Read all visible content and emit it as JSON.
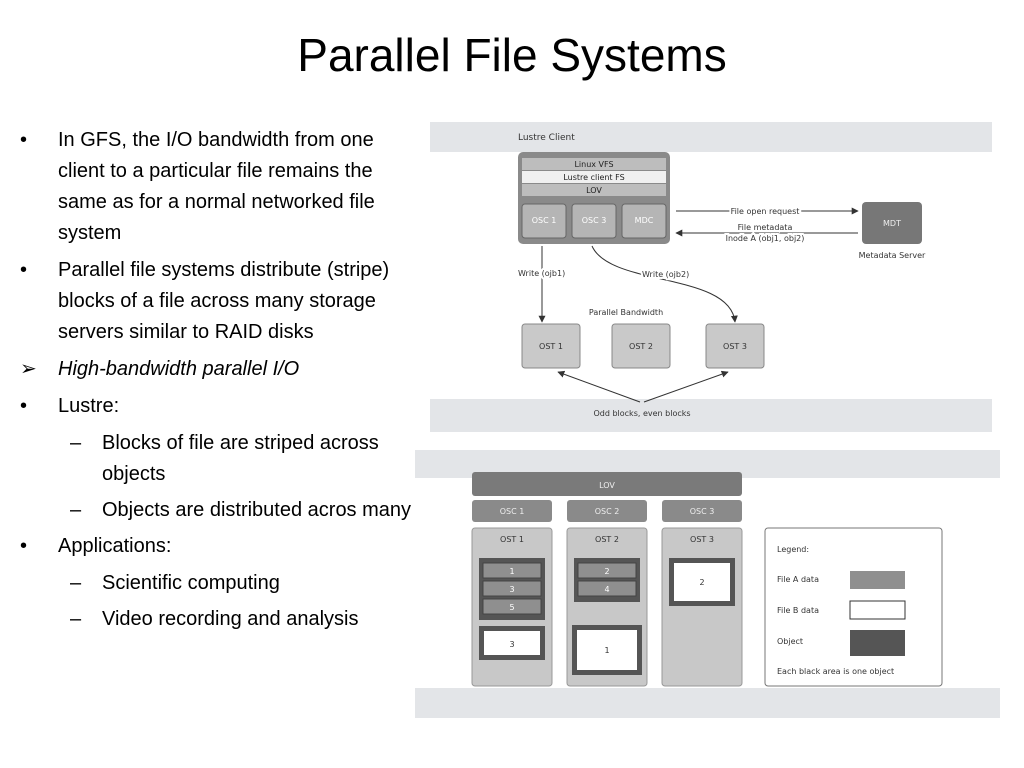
{
  "slide": {
    "title": "Parallel File Systems"
  },
  "bullets": [
    {
      "level": 1,
      "mark": "•",
      "style": "normal",
      "text": "In GFS, the I/O bandwidth from one client to a particular file remains the same as for a normal networked file system"
    },
    {
      "level": 1,
      "mark": "•",
      "style": "normal",
      "text": "Parallel file systems distribute (stripe) blocks of a file across many storage servers similar to RAID disks"
    },
    {
      "level": 1,
      "mark": "➢",
      "style": "italic",
      "text": "High-bandwidth parallel I/O"
    },
    {
      "level": 1,
      "mark": "•",
      "style": "normal",
      "text": "Lustre:"
    },
    {
      "level": 2,
      "mark": "–",
      "style": "normal",
      "text": "Blocks of file are striped across objects"
    },
    {
      "level": 2,
      "mark": "–",
      "style": "normal",
      "text": "Objects are distributed acros many parallel object stores",
      "nowrap": true
    },
    {
      "level": 1,
      "mark": "•",
      "style": "normal",
      "text": "Applications:"
    },
    {
      "level": 2,
      "mark": "–",
      "style": "normal",
      "text": "Scientific computing"
    },
    {
      "level": 2,
      "mark": "–",
      "style": "normal",
      "text": "Video recording and analysis"
    }
  ],
  "diagram_top": {
    "header": "Lustre Client",
    "client_layers": [
      "Linux VFS",
      "Lustre client FS",
      "LOV"
    ],
    "osc_boxes": [
      "OSC 1",
      "OSC 3",
      "MDC"
    ],
    "mdt": "MDT",
    "metadata_server": "Metadata Server",
    "file_open_request": "File open request",
    "file_metadata_line1": "File metadata",
    "file_metadata_line2": "Inode A (obj1, obj2)",
    "write1": "Write (ojb1)",
    "write2": "Write (ojb2)",
    "parallel_bandwidth": "Parallel Bandwidth",
    "ost_boxes": [
      "OST 1",
      "OST 2",
      "OST 3"
    ],
    "footer": "Odd blocks, even blocks"
  },
  "diagram_bottom": {
    "lov": "LOV",
    "osc_labels": [
      "OSC 1",
      "OSC 2",
      "OSC 3"
    ],
    "ost_labels": [
      "OST 1",
      "OST 2",
      "OST 3"
    ],
    "ost1_blocks": [
      "1",
      "3",
      "5"
    ],
    "ost1_object": "3",
    "ost2_blocks": [
      "2",
      "4"
    ],
    "ost2_object": "1",
    "ost3_object": "2",
    "legend_title": "Legend:",
    "legend_file_a": "File A data",
    "legend_file_b": "File B data",
    "legend_object": "Object",
    "legend_note": "Each black area is one object",
    "colors": {
      "file_a": "#8f8f8f",
      "file_b": "#ffffff",
      "object": "#555555"
    }
  }
}
